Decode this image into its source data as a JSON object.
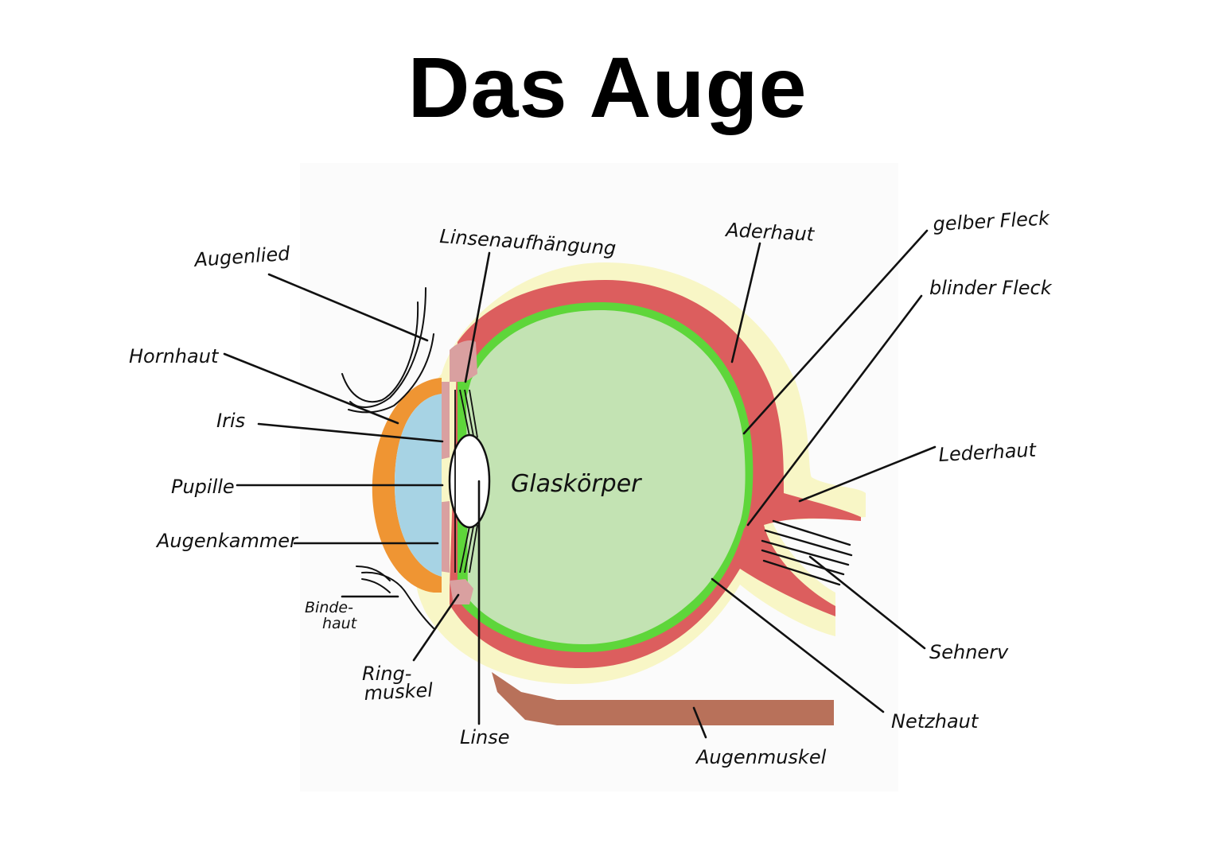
{
  "title": "Das Auge",
  "labels": {
    "augenlied": "Augenlied",
    "linsenaufhaengung": "Linsenaufhängung",
    "aderhaut": "Aderhaut",
    "gelber_fleck": "gelber Fleck",
    "blinder_fleck": "blinder Fleck",
    "hornhaut": "Hornhaut",
    "iris": "Iris",
    "pupille": "Pupille",
    "augenkammer": "Augenkammer",
    "bindehaut_1": "Binde-",
    "bindehaut_2": "haut",
    "ringmuskel_1": "Ring-",
    "ringmuskel_2": "muskel",
    "linse": "Linse",
    "glaskoerper": "Glaskörper",
    "lederhaut": "Lederhaut",
    "sehnerv": "Sehnerv",
    "netzhaut": "Netzhaut",
    "augenmuskel": "Augenmuskel"
  },
  "colors": {
    "lederhaut": "#f8f6c6",
    "aderhaut": "#dc5e5e",
    "netzhaut": "#5ed63a",
    "glaskoerper": "#c3e3b3",
    "hornhaut": "#ef9533",
    "augenkammer": "#a7d3e4",
    "iris": "#d9a0a0",
    "linse": "#ffffff",
    "augenmuskel": "#b8715a",
    "line": "#111111"
  }
}
